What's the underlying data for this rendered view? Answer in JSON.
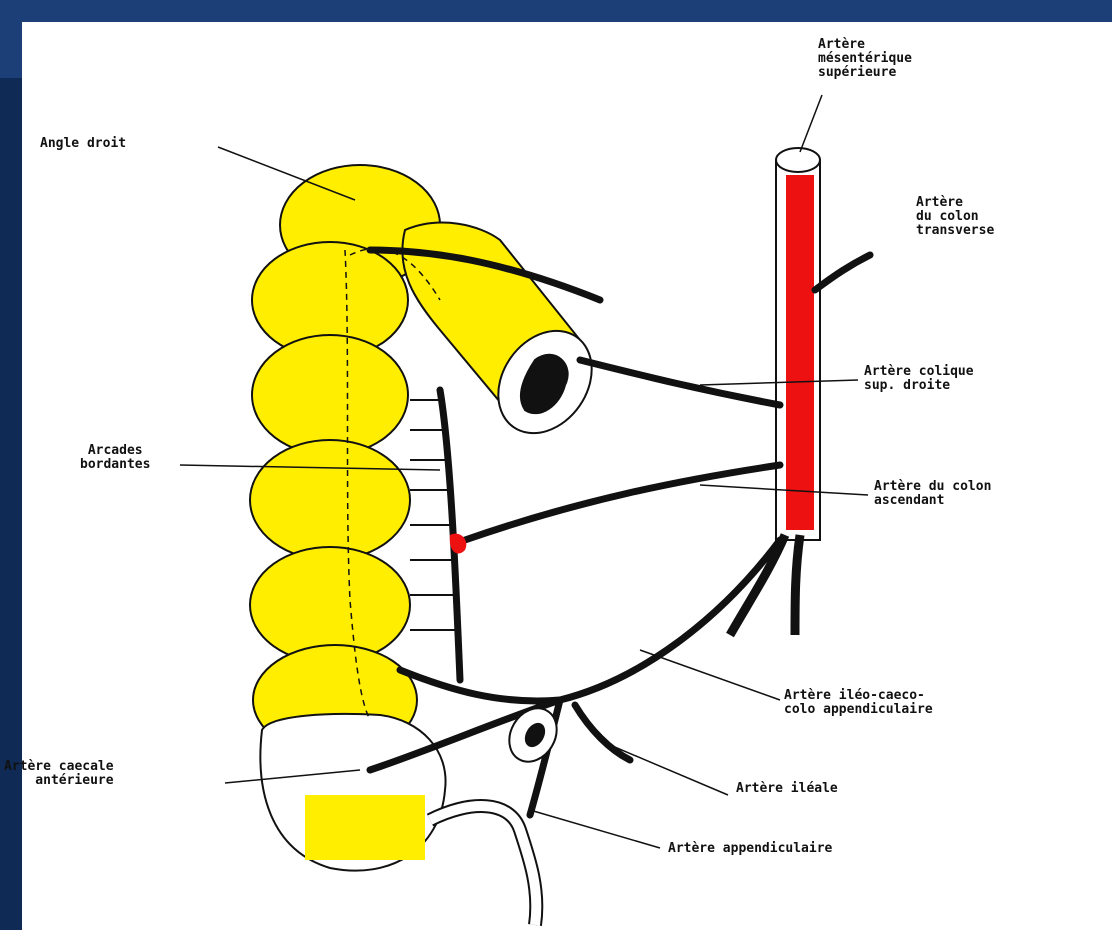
{
  "colors": {
    "frame_top": "#1c3f78",
    "frame_left": "#0f2a55",
    "colon_fill": "#ffee00",
    "artery_red": "#ee1111",
    "ink": "#111111"
  },
  "labels": {
    "angle_droit": "Angle droit",
    "mesenterique": [
      "Artère",
      "mésentérique",
      "supérieure"
    ],
    "colon_transverse": [
      "Artère",
      "du colon",
      "transverse"
    ],
    "colique_sup_droite": [
      "Artère colique",
      "sup. droite"
    ],
    "arcades_bordantes": [
      "Arcades",
      "bordantes"
    ],
    "colon_ascendant": [
      "Artère du colon",
      "ascendant"
    ],
    "ileo_caeco": [
      "Artère iléo-caeco-",
      "colo appendiculaire"
    ],
    "caecale_anterieure": [
      "Artère caecale",
      "antérieure"
    ],
    "ileale": "Artère iléale",
    "appendiculaire": "Artère appendiculaire"
  }
}
